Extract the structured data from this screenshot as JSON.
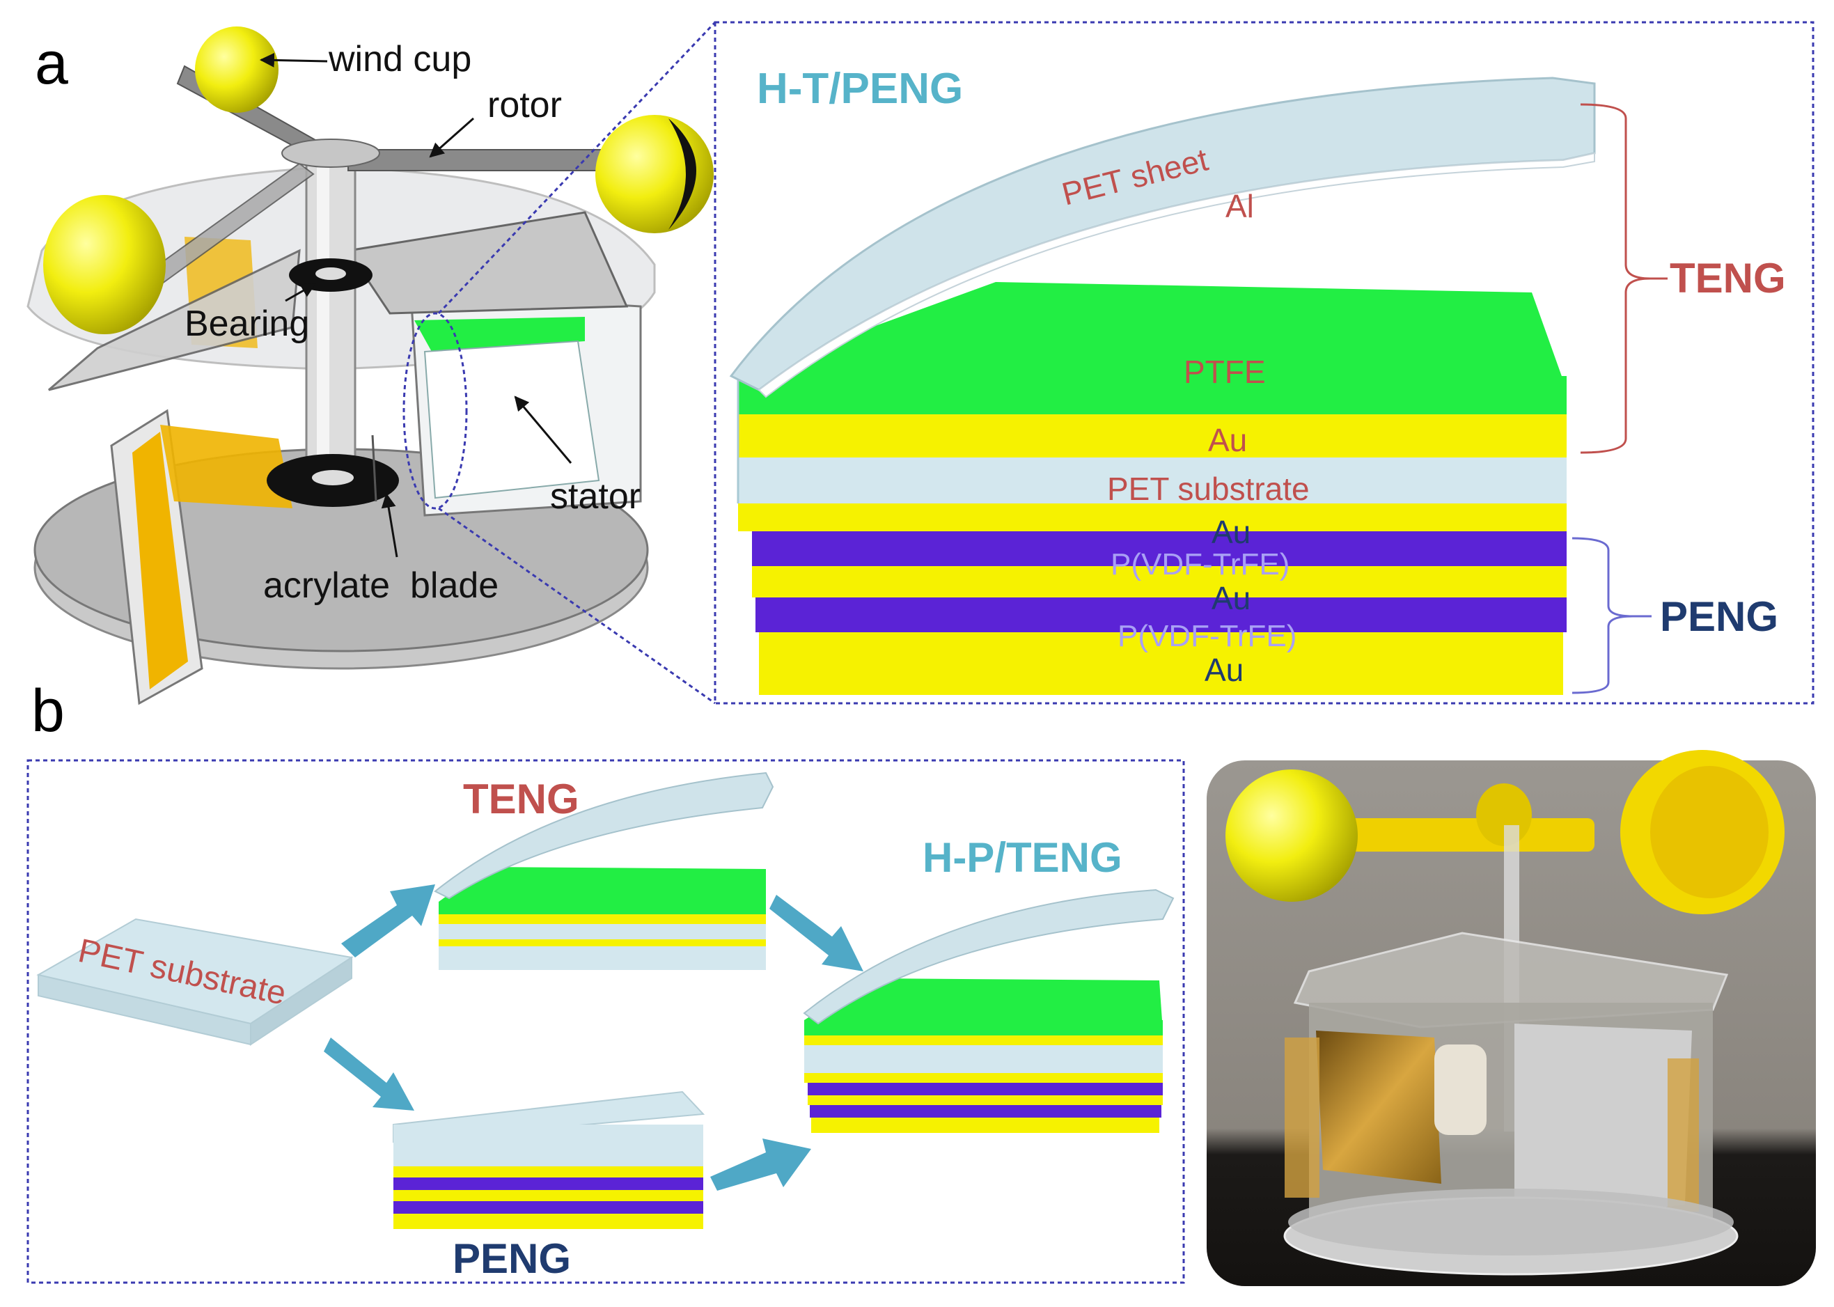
{
  "panel_a": {
    "letter": "a",
    "labels": {
      "wind_cup": "wind cup",
      "rotor": "rotor",
      "bearing": "Bearing",
      "stator": "stator",
      "acrylate_blade": "acrylate  blade"
    },
    "detail": {
      "title": "H-T/PENG",
      "layers": {
        "pet_sheet": "PET sheet",
        "al": "Al",
        "ptfe": "PTFE",
        "au_1": "Au",
        "pet_substrate": "PET substrate",
        "au_2": "Au",
        "pvdf_1": "P(VDF-TrFE)",
        "au_3": "Au",
        "pvdf_2": "P(VDF-TrFE)",
        "au_4": "Au"
      },
      "brackets": {
        "teng": "TENG",
        "peng": "PENG"
      }
    }
  },
  "panel_b": {
    "letter": "b",
    "labels": {
      "pet_substrate": "PET substrate",
      "teng": "TENG",
      "peng": "PENG",
      "hybrid": "H-P/TENG"
    }
  },
  "colors": {
    "ptfe_green": "#22ee44",
    "gold_yellow": "#f6f200",
    "pet_lightblue": "#d3e7ee",
    "pvdf_purple": "#5b23d6",
    "arrow_teal": "#4fa8c6",
    "title_teal": "#56b3c9",
    "teng_red": "#c0504d",
    "peng_navy": "#1f3b6f",
    "layer_red_text": "#c0504d",
    "layer_lavender_text": "#a9a0f5",
    "cup_yellow": "#f2ee10"
  }
}
